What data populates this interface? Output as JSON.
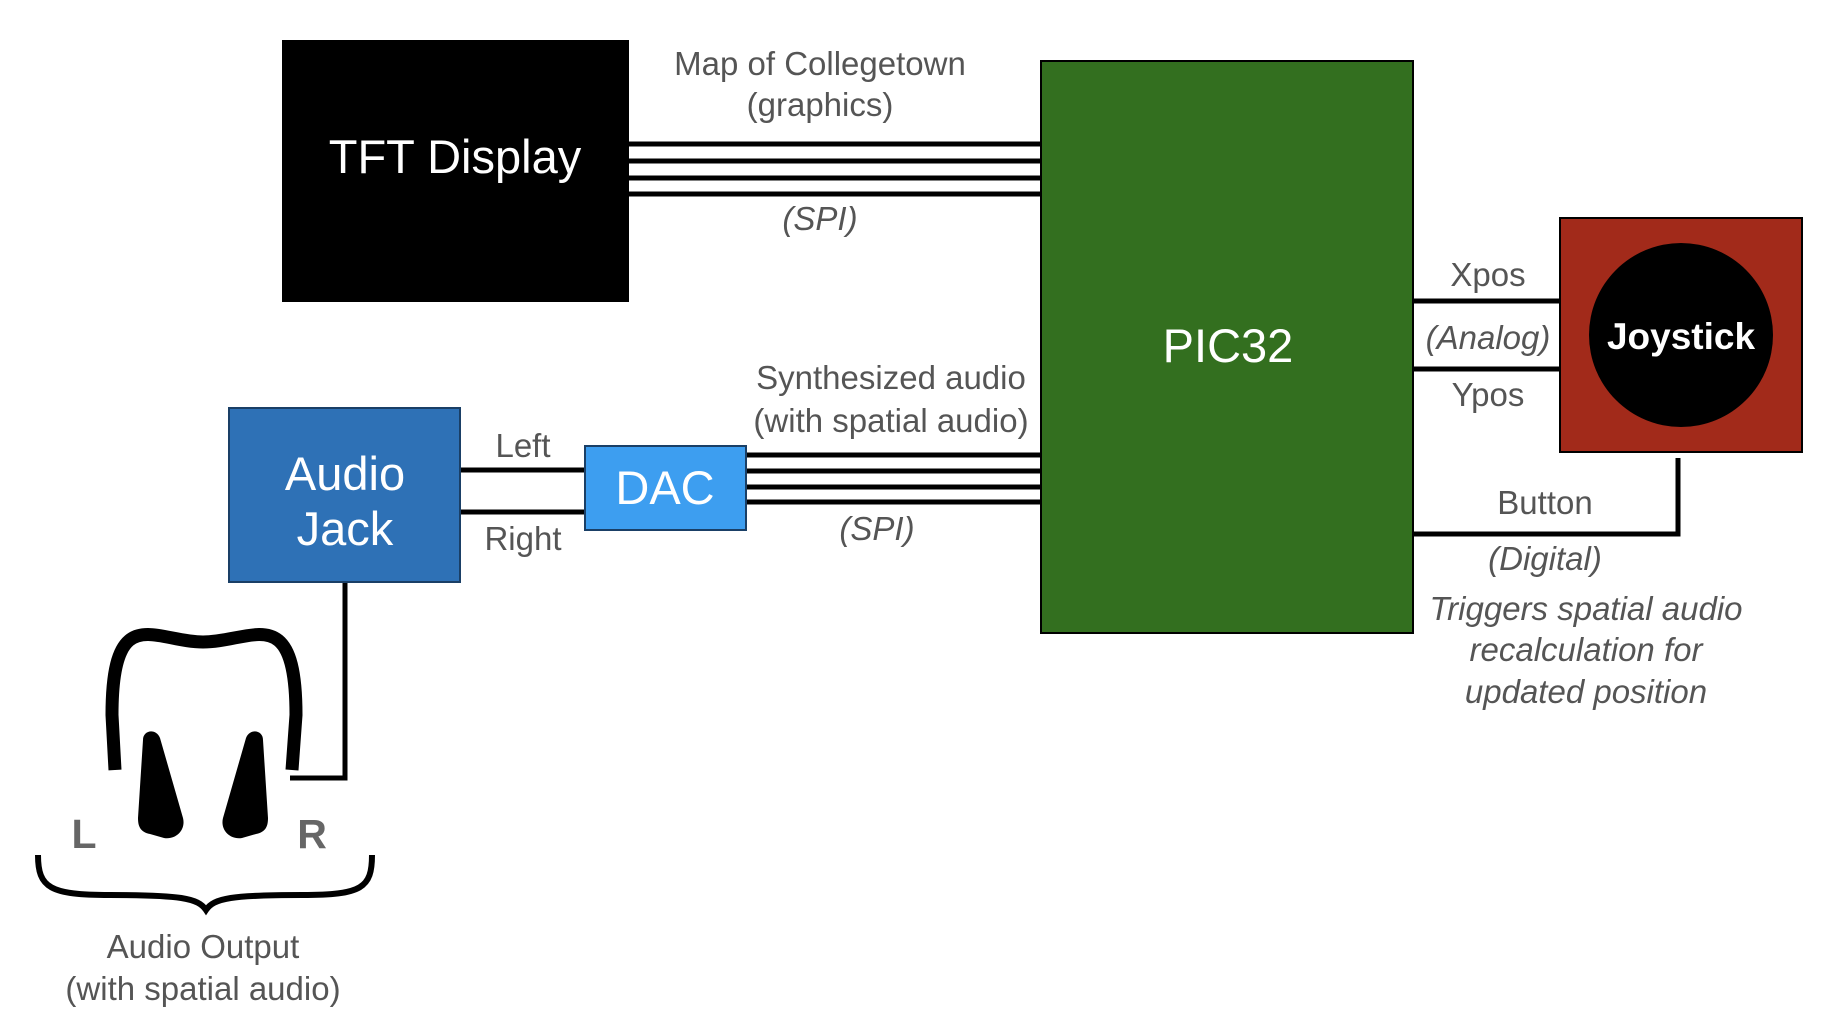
{
  "blocks": {
    "tft": {
      "label": "TFT Display",
      "color": "#000000"
    },
    "pic32": {
      "label": "PIC32",
      "color": "#336f1f"
    },
    "joystick": {
      "label": "Joystick",
      "color": "#a22a1a",
      "knob_color": "#000000"
    },
    "audio_jack": {
      "line1": "Audio",
      "line2": "Jack",
      "color": "#2e71b6"
    },
    "dac": {
      "label": "DAC",
      "color": "#3d9ef0"
    }
  },
  "labels": {
    "tft_link_top_line1": "Map of Collegetown",
    "tft_link_top_line2": "(graphics)",
    "tft_link_bottom": "(SPI)",
    "dac_link_top_line1": "Synthesized audio",
    "dac_link_top_line2": "(with spatial audio)",
    "dac_link_bottom": "(SPI)",
    "jack_left": "Left",
    "jack_right": "Right",
    "xpos": "Xpos",
    "analog": "(Analog)",
    "ypos": "Ypos",
    "button": "Button",
    "digital": "(Digital)",
    "trigger_line1": "Triggers spatial audio",
    "trigger_line2": "recalculation for",
    "trigger_line3": "updated position",
    "ear_left": "L",
    "ear_right": "R",
    "output_line1": "Audio Output",
    "output_line2": "(with spatial audio)"
  },
  "icons": {
    "headphones": "headphones-icon",
    "brace": "curly-brace-icon"
  }
}
